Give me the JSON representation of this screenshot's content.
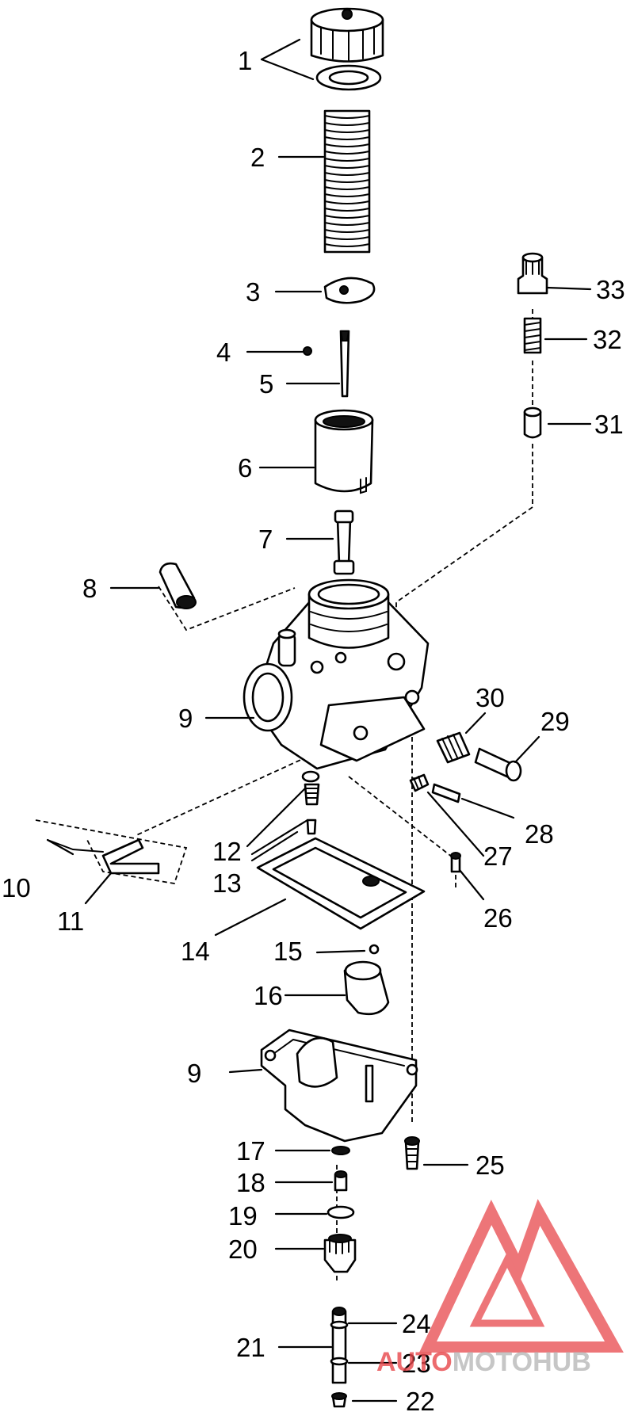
{
  "callouts": [
    {
      "key": "c1",
      "text": "1"
    },
    {
      "key": "c2",
      "text": "2"
    },
    {
      "key": "c3",
      "text": "3"
    },
    {
      "key": "c4",
      "text": "4"
    },
    {
      "key": "c5",
      "text": "5"
    },
    {
      "key": "c6",
      "text": "6"
    },
    {
      "key": "c7",
      "text": "7"
    },
    {
      "key": "c8",
      "text": "8"
    },
    {
      "key": "c9a",
      "text": "9"
    },
    {
      "key": "c9b",
      "text": "9"
    },
    {
      "key": "c10",
      "text": "10"
    },
    {
      "key": "c11",
      "text": "11"
    },
    {
      "key": "c12",
      "text": "12"
    },
    {
      "key": "c13",
      "text": "13"
    },
    {
      "key": "c14",
      "text": "14"
    },
    {
      "key": "c15",
      "text": "15"
    },
    {
      "key": "c16",
      "text": "16"
    },
    {
      "key": "c17",
      "text": "17"
    },
    {
      "key": "c18",
      "text": "18"
    },
    {
      "key": "c19",
      "text": "19"
    },
    {
      "key": "c20",
      "text": "20"
    },
    {
      "key": "c21",
      "text": "21"
    },
    {
      "key": "c22",
      "text": "22"
    },
    {
      "key": "c23",
      "text": "23"
    },
    {
      "key": "c24",
      "text": "24"
    },
    {
      "key": "c25",
      "text": "25"
    },
    {
      "key": "c26",
      "text": "26"
    },
    {
      "key": "c27",
      "text": "27"
    },
    {
      "key": "c28",
      "text": "28"
    },
    {
      "key": "c29",
      "text": "29"
    },
    {
      "key": "c30",
      "text": "30"
    },
    {
      "key": "c31",
      "text": "31"
    },
    {
      "key": "c32",
      "text": "32"
    },
    {
      "key": "c33",
      "text": "33"
    }
  ],
  "watermark": {
    "part1": "AUTO",
    "part2": "MOTO",
    "part3": "HUB",
    "color_red": "#e8474b",
    "color_gray": "#b9b9b9"
  },
  "colors": {
    "line": "#000000",
    "background": "#ffffff"
  }
}
